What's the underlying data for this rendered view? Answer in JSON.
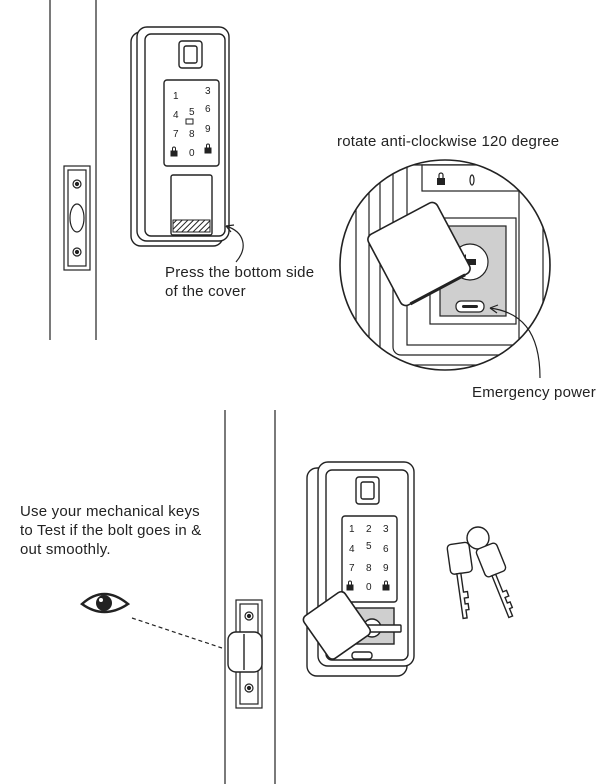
{
  "captions": {
    "cover": [
      "Press the bottom side",
      "of the cover"
    ],
    "rotate": "rotate anti-clockwise 120 degree",
    "power": "Emergency power",
    "keys": [
      "Use your mechanical keys",
      "to Test if the bolt goes in &",
      "out smoothly."
    ]
  },
  "keypad": {
    "rows": [
      [
        "1",
        "3"
      ],
      [
        "4",
        "5",
        "6"
      ],
      [
        "7",
        "8",
        "9"
      ],
      [
        "0"
      ]
    ],
    "digits": [
      "1",
      "2",
      "3",
      "4",
      "5",
      "6",
      "7",
      "8",
      "9",
      "0"
    ]
  },
  "colors": {
    "ink": "#222222",
    "paper": "#ffffff",
    "shade": "#cfcfcf"
  },
  "icons": [
    "fingerprint-icon",
    "lock-icon",
    "usb-port-icon",
    "eye-icon",
    "key-icon",
    "screw-icon"
  ]
}
